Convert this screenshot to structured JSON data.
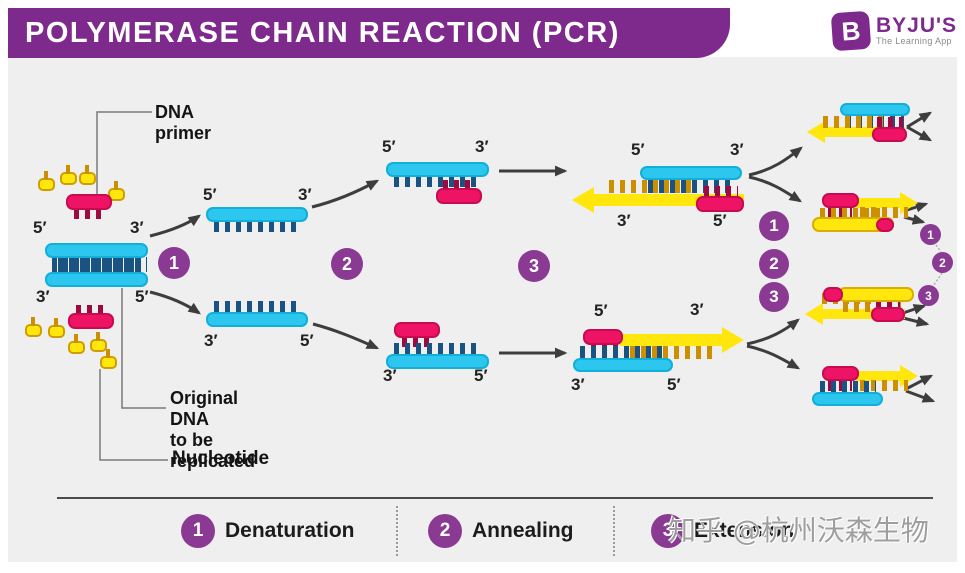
{
  "header": {
    "title": "POLYMERASE CHAIN REACTION (PCR)"
  },
  "logo": {
    "icon_letter": "B",
    "brand": "BYJU'S",
    "tagline": "The Learning App"
  },
  "annotations": {
    "dna_primer": "DNA primer",
    "original_dna_line1": "Original DNA",
    "original_dna_line2": "to be replicated",
    "nucleotide": "Nucleotide"
  },
  "strand_labels": {
    "five_prime": "5′",
    "three_prime": "3′"
  },
  "steps": [
    {
      "n": "1",
      "name": "Denaturation"
    },
    {
      "n": "2",
      "name": "Annealing"
    },
    {
      "n": "3",
      "name": "Extension"
    }
  ],
  "watermark": "知乎 @杭州沃森生物",
  "colors": {
    "header_bar": "#7d2a8c",
    "step_circle": "#8a3a92",
    "template_strand_cyan": "#2cc6ee",
    "template_teeth_blue": "#1a5382",
    "primer_pink": "#ee1365",
    "primer_teeth_red": "#9e0a40",
    "new_strand_yellow": "#ffe70d",
    "new_strand_teeth_orange": "#cc8f00",
    "canvas_gray": "#efefef"
  }
}
